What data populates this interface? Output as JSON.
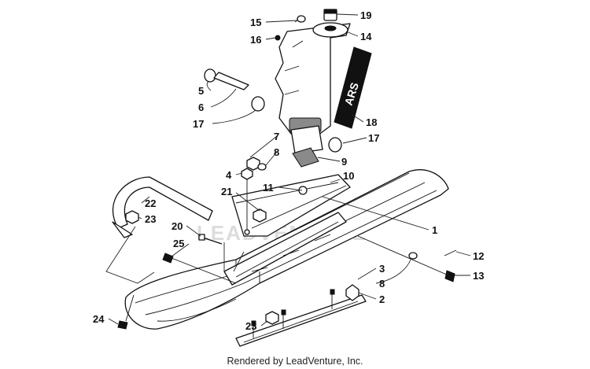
{
  "callouts": [
    {
      "id": "15",
      "text": "15"
    },
    {
      "id": "16",
      "text": "16"
    },
    {
      "id": "19",
      "text": "19"
    },
    {
      "id": "14",
      "text": "14"
    },
    {
      "id": "5",
      "text": "5"
    },
    {
      "id": "6",
      "text": "6"
    },
    {
      "id": "17a",
      "text": "17"
    },
    {
      "id": "18",
      "text": "18"
    },
    {
      "id": "7",
      "text": "7"
    },
    {
      "id": "8a",
      "text": "8"
    },
    {
      "id": "17b",
      "text": "17"
    },
    {
      "id": "9",
      "text": "9"
    },
    {
      "id": "4",
      "text": "4"
    },
    {
      "id": "11",
      "text": "11"
    },
    {
      "id": "10",
      "text": "10"
    },
    {
      "id": "21",
      "text": "21"
    },
    {
      "id": "22",
      "text": "22"
    },
    {
      "id": "23a",
      "text": "23"
    },
    {
      "id": "20",
      "text": "20"
    },
    {
      "id": "25",
      "text": "25"
    },
    {
      "id": "1",
      "text": "1"
    },
    {
      "id": "12",
      "text": "12"
    },
    {
      "id": "3",
      "text": "3"
    },
    {
      "id": "8b",
      "text": "8"
    },
    {
      "id": "13",
      "text": "13"
    },
    {
      "id": "2",
      "text": "2"
    },
    {
      "id": "24",
      "text": "24"
    },
    {
      "id": "23b",
      "text": "23"
    }
  ],
  "decal_text": "ARS",
  "watermark": "LEADVENTURE",
  "credit": "Rendered by LeadVenture, Inc."
}
